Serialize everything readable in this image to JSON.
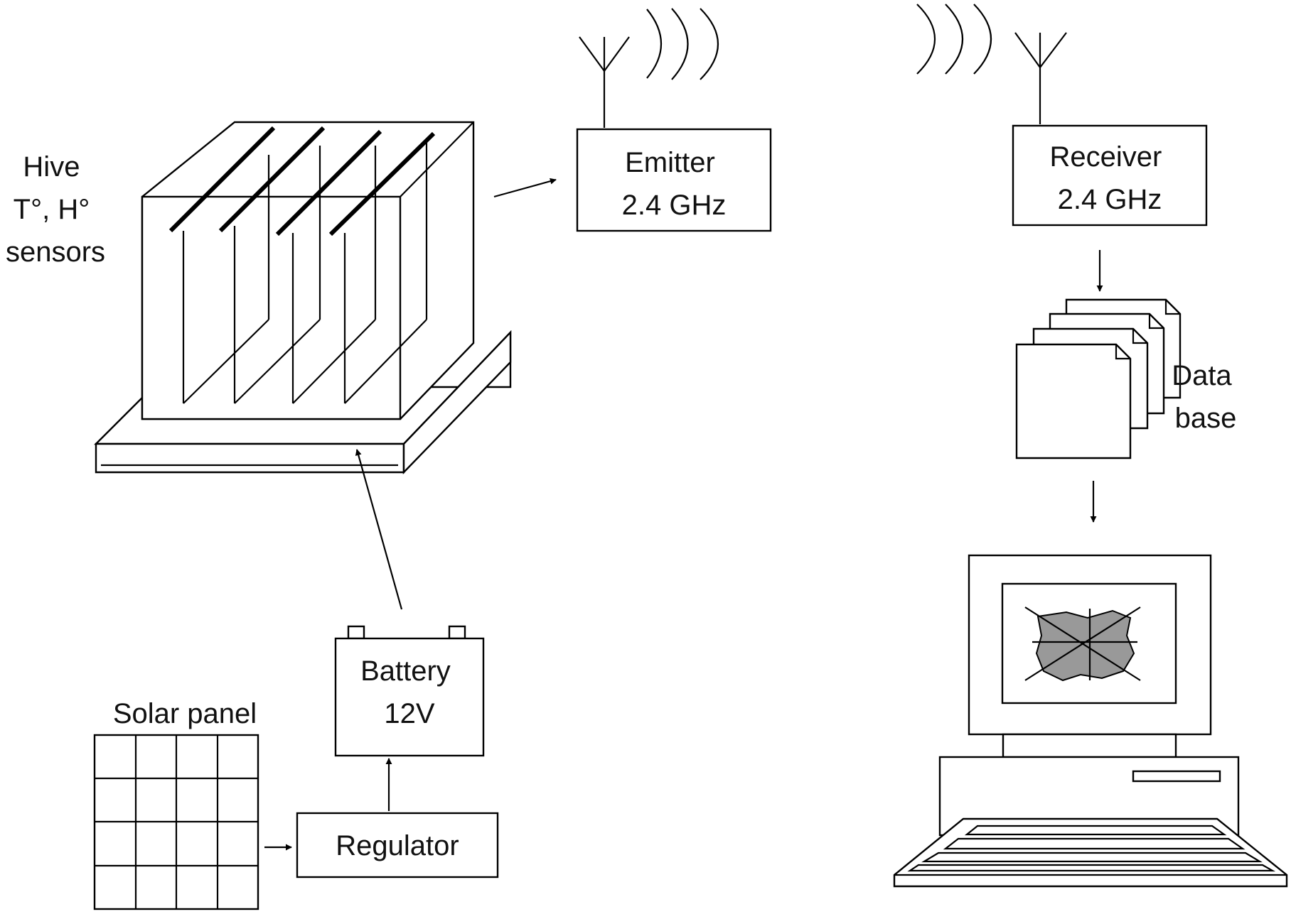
{
  "hive": {
    "label_lines": [
      "Hive",
      "T°, H°",
      "sensors"
    ]
  },
  "emitter": {
    "name": "Emitter",
    "frequency": "2.4 GHz"
  },
  "receiver": {
    "name": "Receiver",
    "frequency": "2.4 GHz"
  },
  "database": {
    "label_lines": [
      "Data",
      "base"
    ]
  },
  "battery": {
    "name": "Battery",
    "voltage": "12V"
  },
  "regulator": {
    "name": "Regulator"
  },
  "solar_panel": {
    "name": "Solar panel"
  },
  "colors": {
    "line": "#000000",
    "background": "#ffffff",
    "map_fill": "#999999"
  }
}
